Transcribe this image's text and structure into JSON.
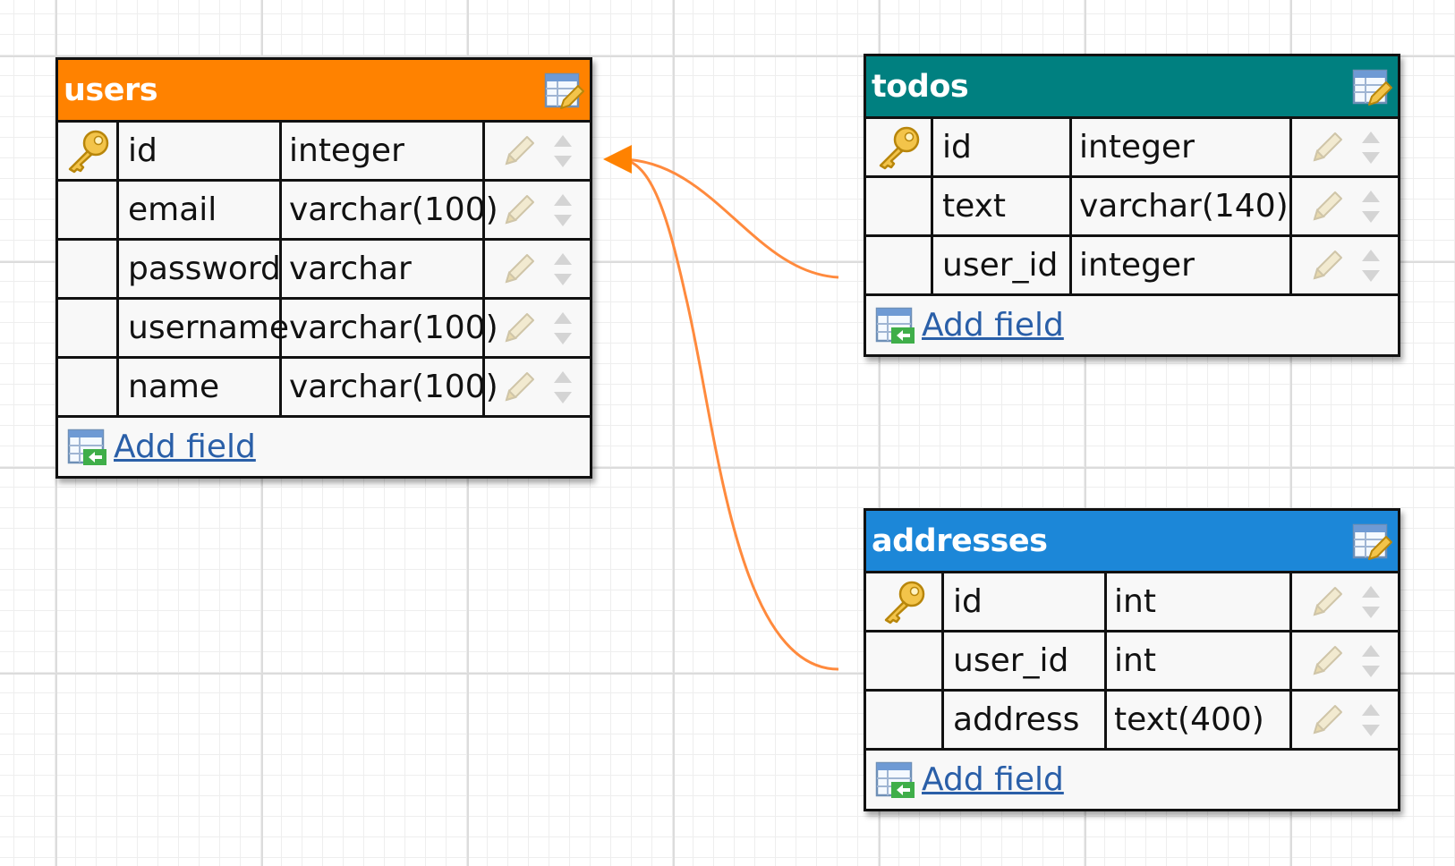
{
  "colors": {
    "users_header": "#ff8200",
    "todos_header": "#008080",
    "addresses_header": "#1c87d8",
    "relation_line": "#ff8a3d",
    "link": "#2a5fa8"
  },
  "tables": [
    {
      "id": "users",
      "name": "users",
      "header_color": "#ff8200",
      "fields": [
        {
          "name": "id",
          "type": "integer",
          "primary_key": true
        },
        {
          "name": "email",
          "type": "varchar(100)",
          "primary_key": false
        },
        {
          "name": "password",
          "type": "varchar",
          "primary_key": false
        },
        {
          "name": "username",
          "type": "varchar(100)",
          "primary_key": false
        },
        {
          "name": "name",
          "type": "varchar(100)",
          "primary_key": false
        }
      ],
      "add_field_label": "Add field"
    },
    {
      "id": "todos",
      "name": "todos",
      "header_color": "#008080",
      "fields": [
        {
          "name": "id",
          "type": "integer",
          "primary_key": true
        },
        {
          "name": "text",
          "type": "varchar(140)",
          "primary_key": false
        },
        {
          "name": "user_id",
          "type": "integer",
          "primary_key": false
        }
      ],
      "add_field_label": "Add field"
    },
    {
      "id": "addresses",
      "name": "addresses",
      "header_color": "#1c87d8",
      "fields": [
        {
          "name": "id",
          "type": "int",
          "primary_key": true
        },
        {
          "name": "user_id",
          "type": "int",
          "primary_key": false
        },
        {
          "name": "address",
          "type": "text(400)",
          "primary_key": false
        }
      ],
      "add_field_label": "Add field"
    }
  ],
  "relations": [
    {
      "from_table": "todos",
      "from_field": "user_id",
      "to_table": "users",
      "to_field": "id"
    },
    {
      "from_table": "addresses",
      "from_field": "user_id",
      "to_table": "users",
      "to_field": "id"
    }
  ]
}
